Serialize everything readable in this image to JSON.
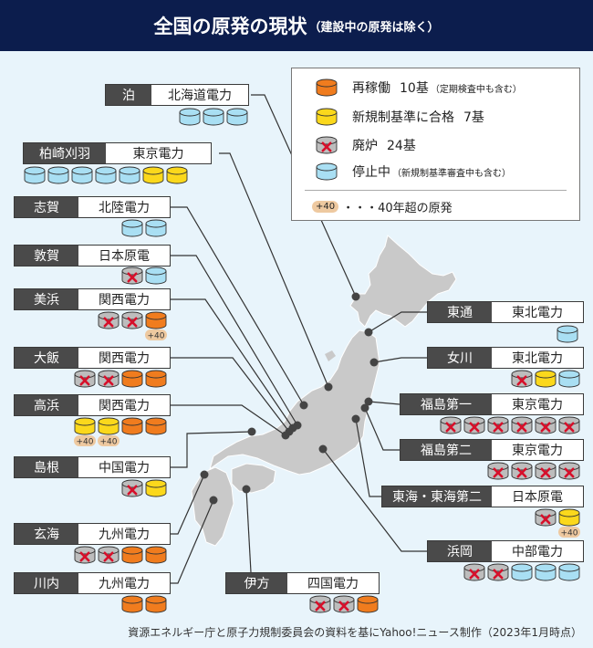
{
  "header": {
    "title": "全国の原発の現状",
    "subtitle": "（建設中の原発は除く）"
  },
  "legend": {
    "operating": {
      "label": "再稼働",
      "count": "10基",
      "note": "（定期検査中も含む）"
    },
    "new_standard": {
      "label": "新規制基準に合格",
      "count": "7基"
    },
    "decommissioned": {
      "label": "廃炉",
      "count": "24基"
    },
    "stopped": {
      "label": "停止中",
      "note": "（新規制基準審査中も含む）"
    },
    "over40": {
      "badge": "+40",
      "label": "・・・40年超の原発"
    }
  },
  "colors": {
    "operating": "#f07c1e",
    "approved": "#fbd81c",
    "decommissioned": "#bdbdbd",
    "stopped": "#a9dff3",
    "map": "#c9c9c9",
    "header": "#0c1d4d",
    "label_dark": "#4a4a4a",
    "cross": "#d6102b"
  },
  "plants": [
    {
      "name": "泊",
      "company": "北海道電力",
      "reactors": [
        "stopped",
        "stopped",
        "stopped"
      ],
      "over40": []
    },
    {
      "name": "柏崎刈羽",
      "company": "東京電力",
      "reactors": [
        "stopped",
        "stopped",
        "stopped",
        "stopped",
        "stopped",
        "approved",
        "approved"
      ],
      "over40": []
    },
    {
      "name": "志賀",
      "company": "北陸電力",
      "reactors": [
        "stopped",
        "stopped"
      ],
      "over40": []
    },
    {
      "name": "敦賀",
      "company": "日本原電",
      "reactors": [
        "decommissioned",
        "stopped"
      ],
      "over40": []
    },
    {
      "name": "美浜",
      "company": "関西電力",
      "reactors": [
        "decommissioned",
        "decommissioned",
        "operating"
      ],
      "over40": [
        "+40"
      ]
    },
    {
      "name": "大飯",
      "company": "関西電力",
      "reactors": [
        "decommissioned",
        "decommissioned",
        "operating",
        "operating"
      ],
      "over40": []
    },
    {
      "name": "高浜",
      "company": "関西電力",
      "reactors": [
        "approved",
        "approved",
        "operating",
        "operating"
      ],
      "over40": [
        "+40",
        "+40"
      ]
    },
    {
      "name": "島根",
      "company": "中国電力",
      "reactors": [
        "decommissioned",
        "approved"
      ],
      "over40": []
    },
    {
      "name": "玄海",
      "company": "九州電力",
      "reactors": [
        "decommissioned",
        "decommissioned",
        "operating",
        "operating"
      ],
      "over40": []
    },
    {
      "name": "川内",
      "company": "九州電力",
      "reactors": [
        "operating",
        "operating"
      ],
      "over40": []
    },
    {
      "name": "伊方",
      "company": "四国電力",
      "reactors": [
        "decommissioned",
        "decommissioned",
        "operating"
      ],
      "over40": []
    },
    {
      "name": "東通",
      "company": "東北電力",
      "reactors": [
        "stopped"
      ],
      "over40": []
    },
    {
      "name": "女川",
      "company": "東北電力",
      "reactors": [
        "decommissioned",
        "approved",
        "stopped"
      ],
      "over40": []
    },
    {
      "name": "福島第一",
      "company": "東京電力",
      "reactors": [
        "decommissioned",
        "decommissioned",
        "decommissioned",
        "decommissioned",
        "decommissioned",
        "decommissioned"
      ],
      "over40": []
    },
    {
      "name": "福島第二",
      "company": "東京電力",
      "reactors": [
        "decommissioned",
        "decommissioned",
        "decommissioned",
        "decommissioned"
      ],
      "over40": []
    },
    {
      "name": "東海・東海第二",
      "company": "日本原電",
      "reactors": [
        "decommissioned",
        "approved"
      ],
      "over40": [
        "+40"
      ]
    },
    {
      "name": "浜岡",
      "company": "中部電力",
      "reactors": [
        "decommissioned",
        "decommissioned",
        "stopped",
        "stopped",
        "stopped"
      ],
      "over40": []
    }
  ],
  "source": "資源エネルギー庁と原子力規制委員会の資料を基にYahoo!ニュース制作（2023年1月時点）"
}
